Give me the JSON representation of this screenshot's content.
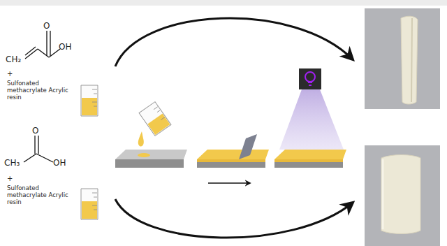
{
  "diagram": {
    "labels": [
      "O",
      "CH₂",
      "OH",
      "+",
      "Sulfonated methacrylate Acrylic resin",
      "O",
      "CH₃",
      "OH",
      "+",
      "Sulfonated methacrylate Acrylic resin"
    ]
  }
}
